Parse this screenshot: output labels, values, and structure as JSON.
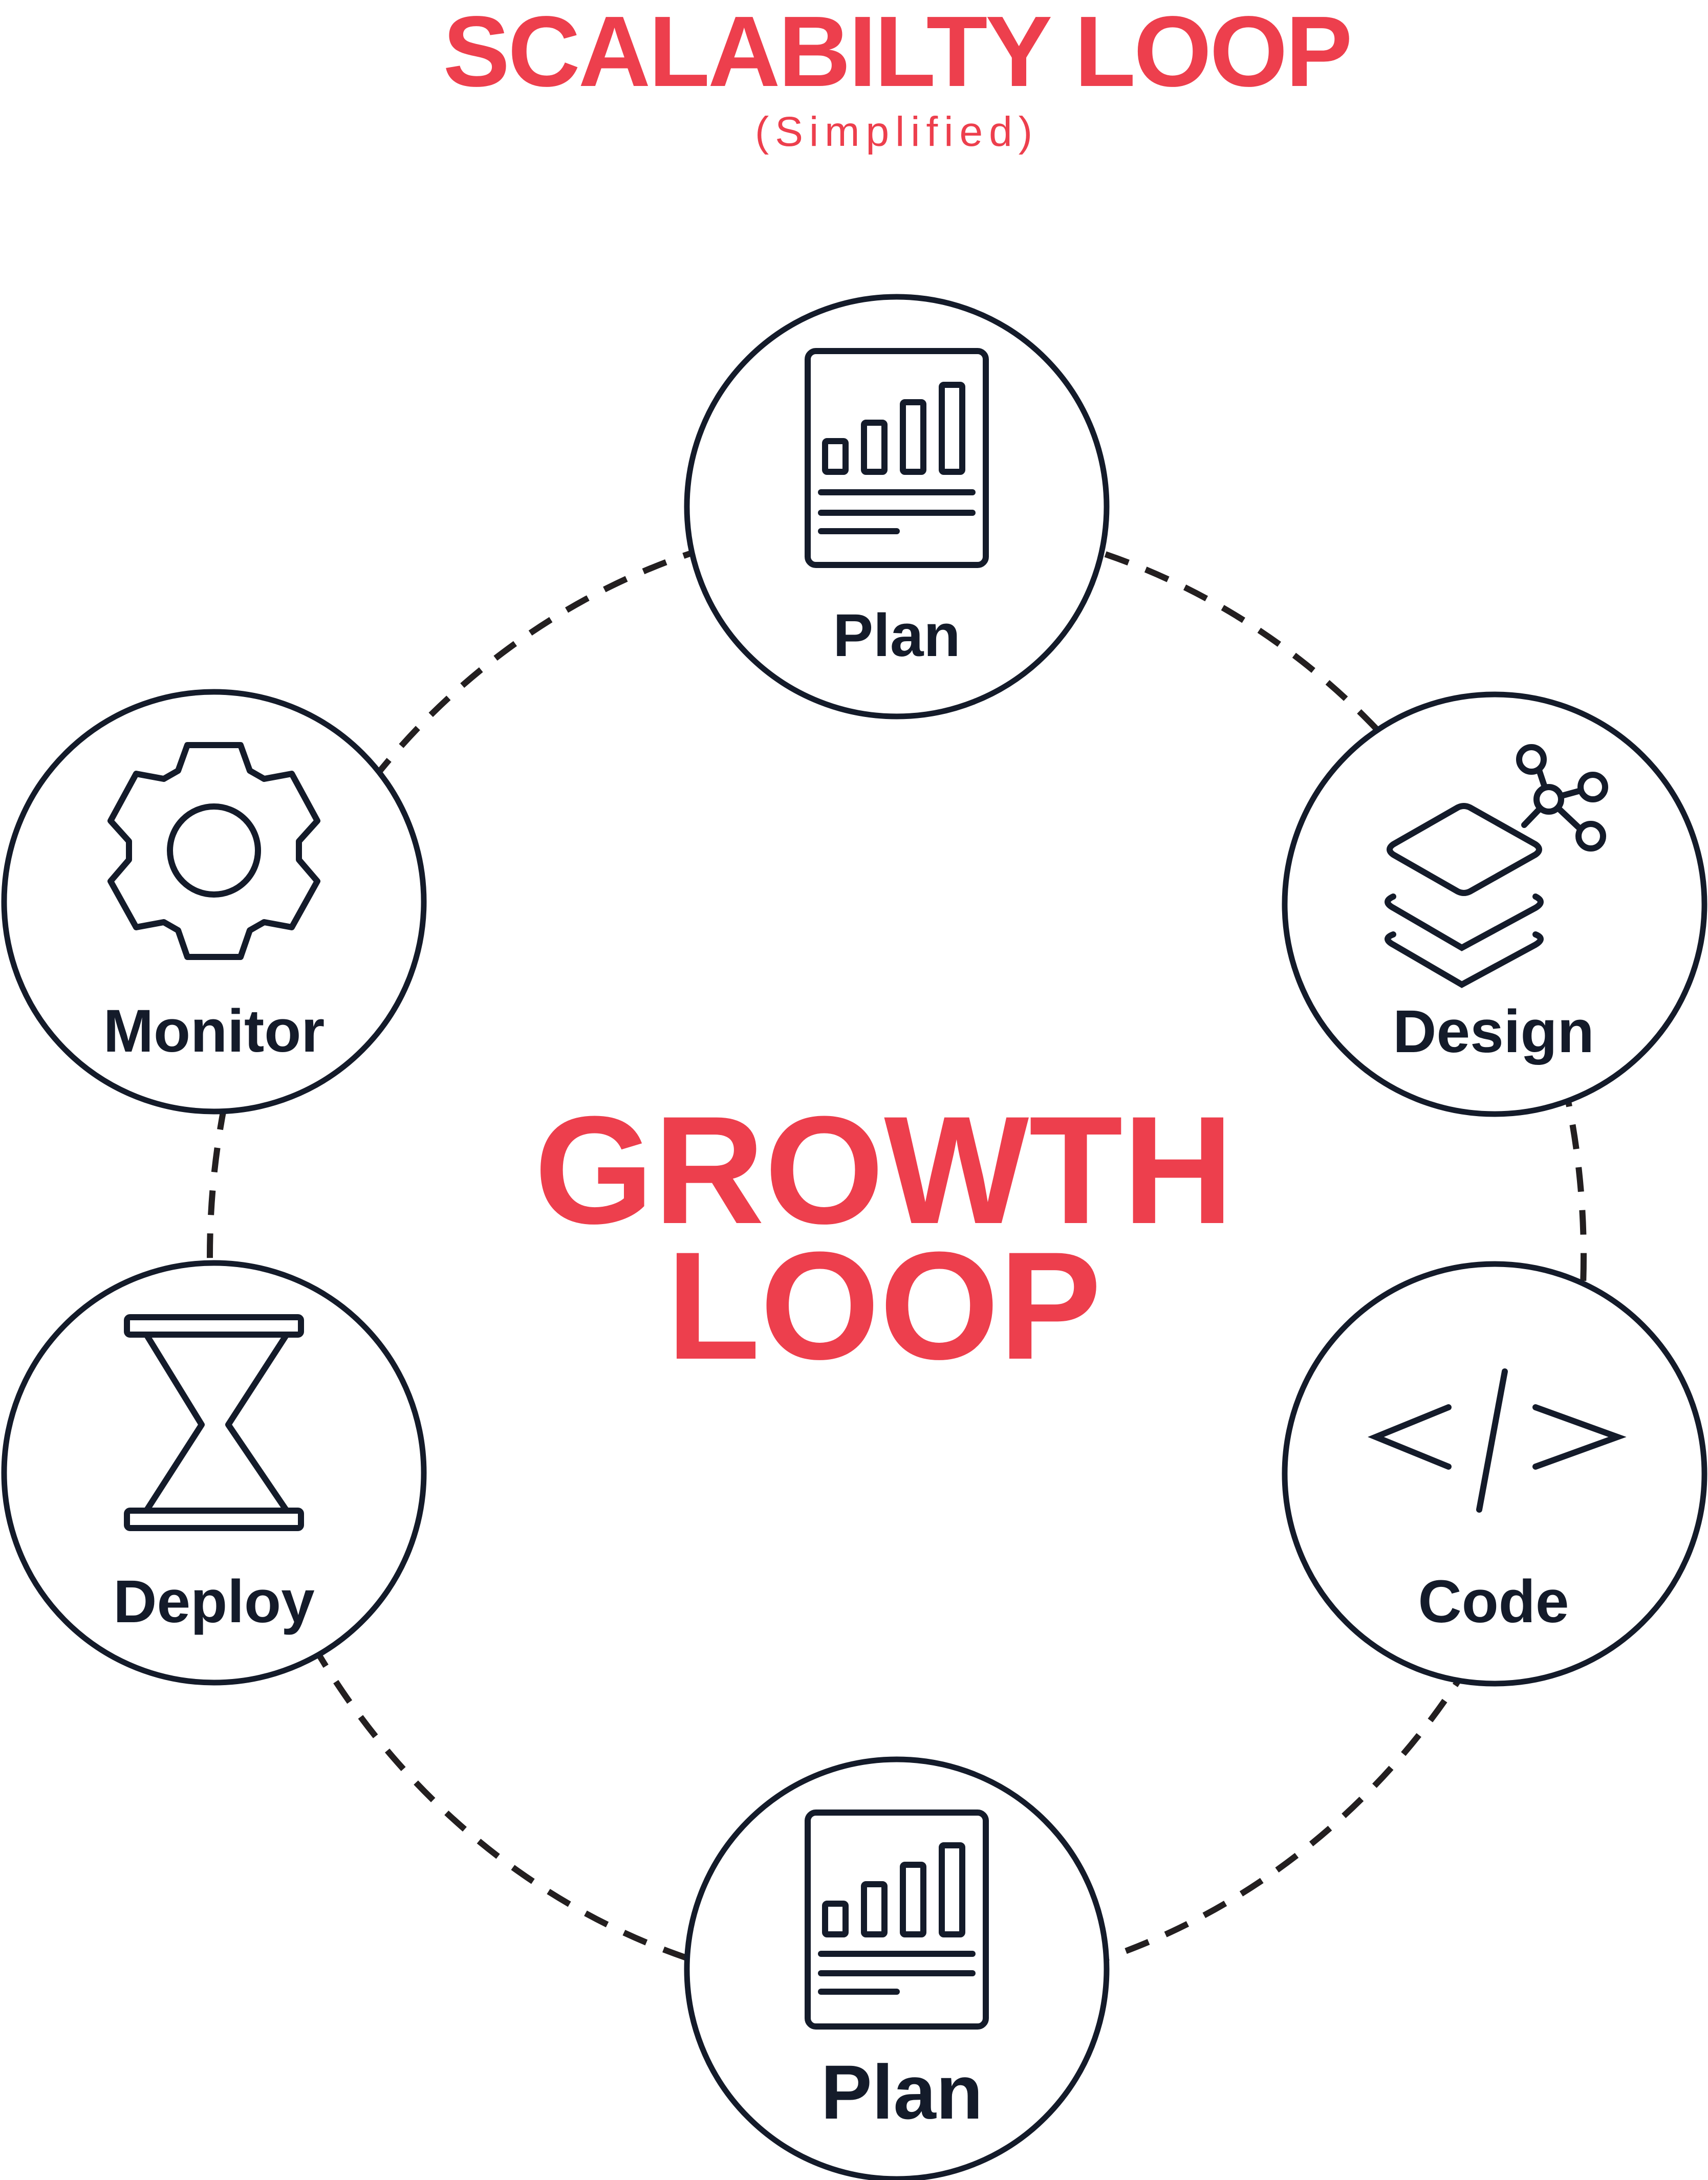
{
  "title": "SCALABILTY LOOP",
  "subtitle": "(Simplified)",
  "center": {
    "line1": "GROWTH",
    "line2": "LOOP"
  },
  "nodes": [
    {
      "label": "Plan",
      "icon": "report-chart-icon"
    },
    {
      "label": "Design",
      "icon": "layers-network-icon"
    },
    {
      "label": "Code",
      "icon": "code-brackets-icon"
    },
    {
      "label": "Plan",
      "icon": "report-chart-icon"
    },
    {
      "label": "Deploy",
      "icon": "hourglass-icon"
    },
    {
      "label": "Monitor",
      "icon": "gear-icon"
    }
  ],
  "colors": {
    "accent": "#ED3F4D",
    "ink": "#141B2A",
    "dash": "#231F20",
    "background": "#FFFFFF"
  }
}
